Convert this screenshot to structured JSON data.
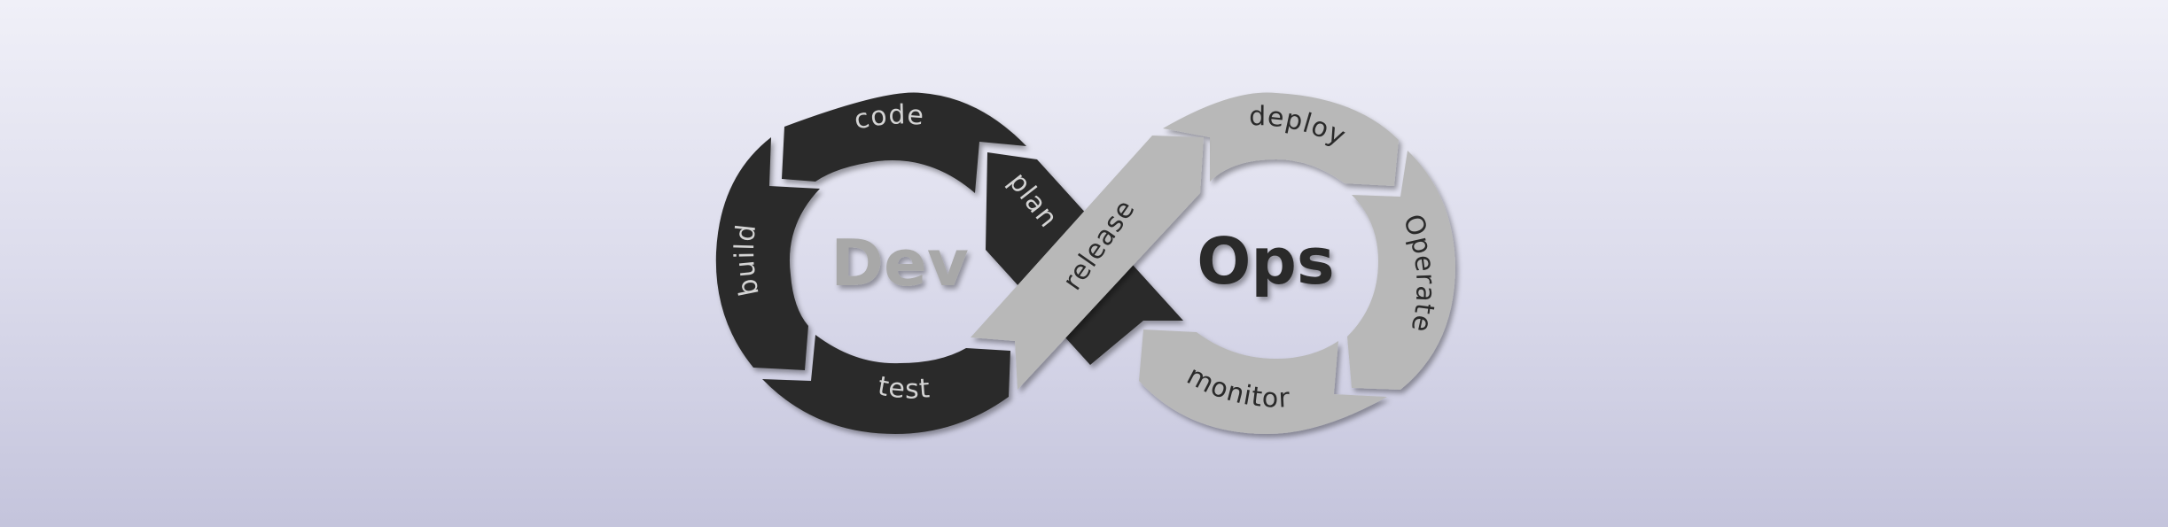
{
  "diagram": {
    "title_left": "Dev",
    "title_right": "Ops",
    "stages": {
      "plan": "plan",
      "code": "code",
      "build": "build",
      "test": "test",
      "release": "release",
      "deploy": "deploy",
      "operate": "Operate",
      "monitor": "monitor"
    },
    "colors": {
      "dev_segments": "#2b2b2b",
      "ops_segments": "#b8b8b8",
      "dev_title": "#a8a8a8",
      "ops_title": "#2b2b2b"
    }
  }
}
